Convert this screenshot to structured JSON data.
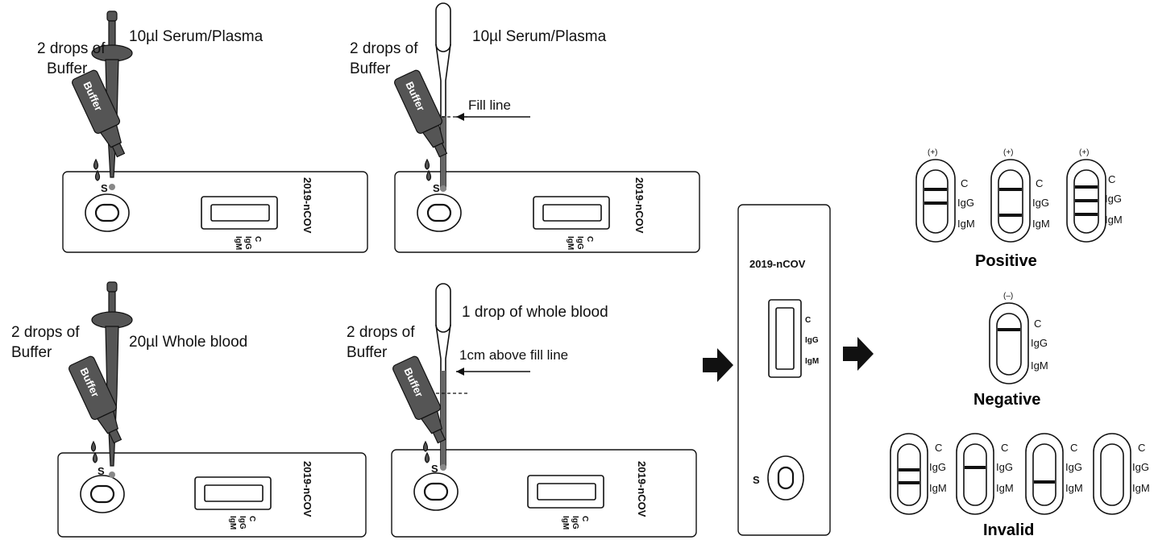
{
  "panels": {
    "top_left": {
      "buffer_label": "2 drops of\nBuffer",
      "sample_label": "10µl Serum/Plasma",
      "bottle_text": "Buffer",
      "device_name": "2019-nCOV",
      "line_labels": [
        "C",
        "IgG",
        "IgM"
      ],
      "sample_mark": "S"
    },
    "top_right": {
      "buffer_label": "2 drops of\nBuffer",
      "sample_label": "10µl Serum/Plasma",
      "fill_line_label": "Fill line",
      "bottle_text": "Buffer",
      "device_name": "2019-nCOV",
      "line_labels": [
        "C",
        "IgG",
        "IgM"
      ],
      "sample_mark": "S"
    },
    "bottom_left": {
      "buffer_label": "2 drops of\nBuffer",
      "sample_label": "20µl Whole blood",
      "bottle_text": "Buffer",
      "device_name": "2019-nCOV",
      "line_labels": [
        "C",
        "IgG",
        "IgM"
      ],
      "sample_mark": "S"
    },
    "bottom_right": {
      "buffer_label": "2 drops of\nBuffer",
      "sample_label": "1 drop of whole blood",
      "fill_line_label": "1cm above  fill line",
      "bottle_text": "Buffer",
      "device_name": "2019-nCOV",
      "line_labels": [
        "C",
        "IgG",
        "IgM"
      ],
      "sample_mark": "S"
    }
  },
  "cassette": {
    "device_name": "2019-nCOV",
    "line_labels": [
      "C",
      "IgG",
      "IgM"
    ],
    "sample_mark": "S"
  },
  "results": {
    "positive": {
      "title": "Positive",
      "sign": "(+)",
      "line_labels": [
        "C",
        "IgG",
        "IgM"
      ]
    },
    "negative": {
      "title": "Negative",
      "sign": "(–)",
      "line_labels": [
        "C",
        "IgG",
        "IgM"
      ]
    },
    "invalid": {
      "title": "Invalid",
      "line_labels": [
        "C",
        "IgG",
        "IgM"
      ]
    }
  },
  "colors": {
    "ink": "#111111",
    "device_gray": "#555555"
  }
}
